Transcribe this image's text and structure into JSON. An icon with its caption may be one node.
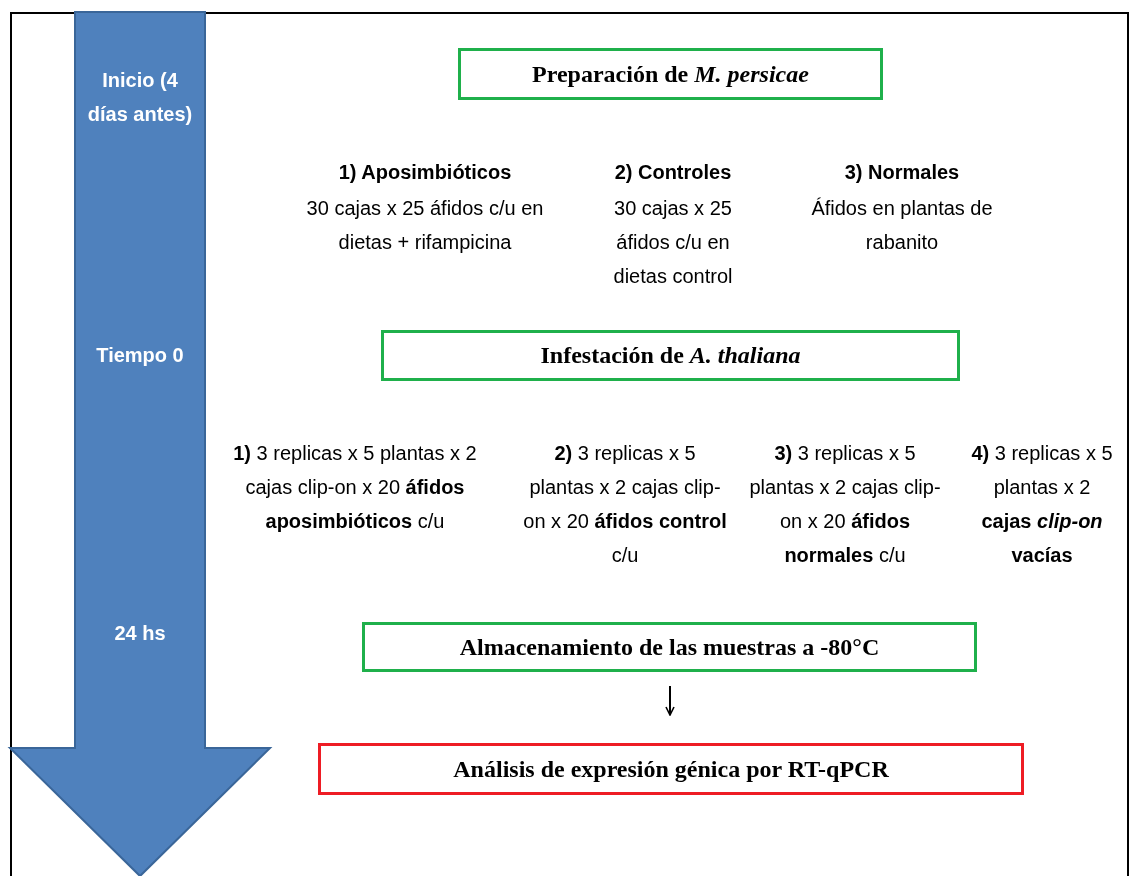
{
  "diagram": {
    "nodes": [
      {
        "text": [
          "Inicio (4 días antes)",
          "Tiempo 0",
          "24 hs"
        ]
      },
      {
        "text": [
          "Preparación de *M. persicae*"
        ]
      },
      {
        "text": [
          "Infestación de *A. thaliana*"
        ]
      },
      {
        "text": [
          "Almacenamiento de las muestras a -80°C"
        ]
      },
      {
        "text": [
          "Análisis de expresión génica por RT-qPCR"
        ]
      }
    ],
    "edges": [
      {
        "from": 3,
        "to": 4,
        "arrow": "to"
      }
    ],
    "labels": [
      "1) Aposimbióticos",
      "30 cajas x 25 áfidos c/u en dietas + rifampicina",
      "2) Controles",
      "30 cajas x 25 áfidos c/u en dietas control",
      "3) Normales",
      "Áfidos en plantas de rabanito",
      "**1)** 3 replicas x 5 plantas x 2 cajas clip-on x 20 **áfidos aposimbióticos** c/u",
      "**2)** 3 replicas x 5 plantas x 2 cajas clip-on x 20 **áfidos control** c/u",
      "**3)** 3 replicas x 5 plantas x 2 cajas clip-on x 20 **áfidos normales** c/u",
      "**4)** 3 replicas x 5 plantas x 2 **cajas *clip-on* vacías**"
    ]
  }
}
